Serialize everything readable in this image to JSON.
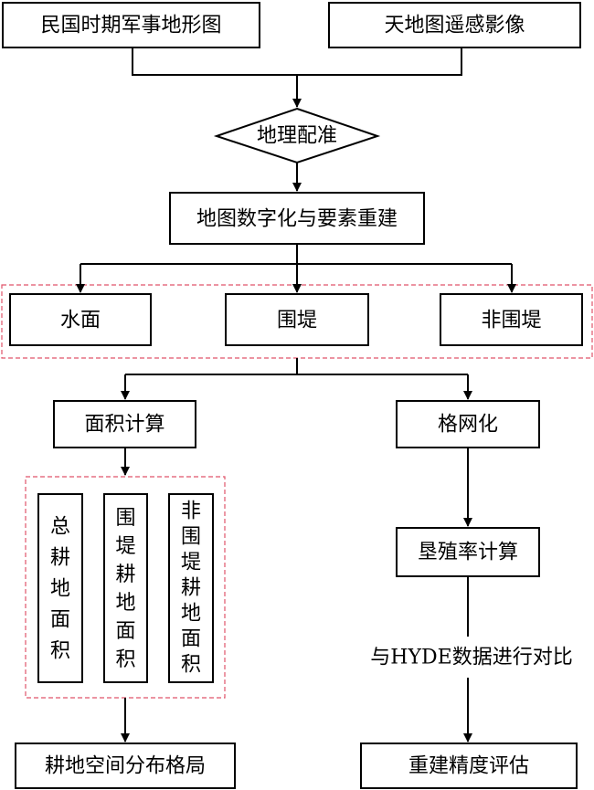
{
  "nodes": {
    "map_source": "民国时期军事地形图",
    "tianditu": "天地图遥感影像",
    "registration": "地理配准",
    "digitize": "地图数字化与要素重建",
    "water": "水面",
    "polder": "围堤",
    "non_polder": "非围堤",
    "area_calc": "面积计算",
    "gridding": "格网化",
    "total_farmland": [
      "总",
      "耕",
      "地",
      "面",
      "积"
    ],
    "polder_farmland": [
      "围",
      "堤",
      "耕",
      "地",
      "面",
      "积"
    ],
    "non_polder_farmland": [
      "非",
      "围",
      "堤",
      "耕",
      "地",
      "面",
      "积"
    ],
    "reclaim_calc": "垦殖率计算",
    "hyde_compare": "与HYDE数据进行对比",
    "distribution": "耕地空间分布格局",
    "accuracy": "重建精度评估"
  }
}
